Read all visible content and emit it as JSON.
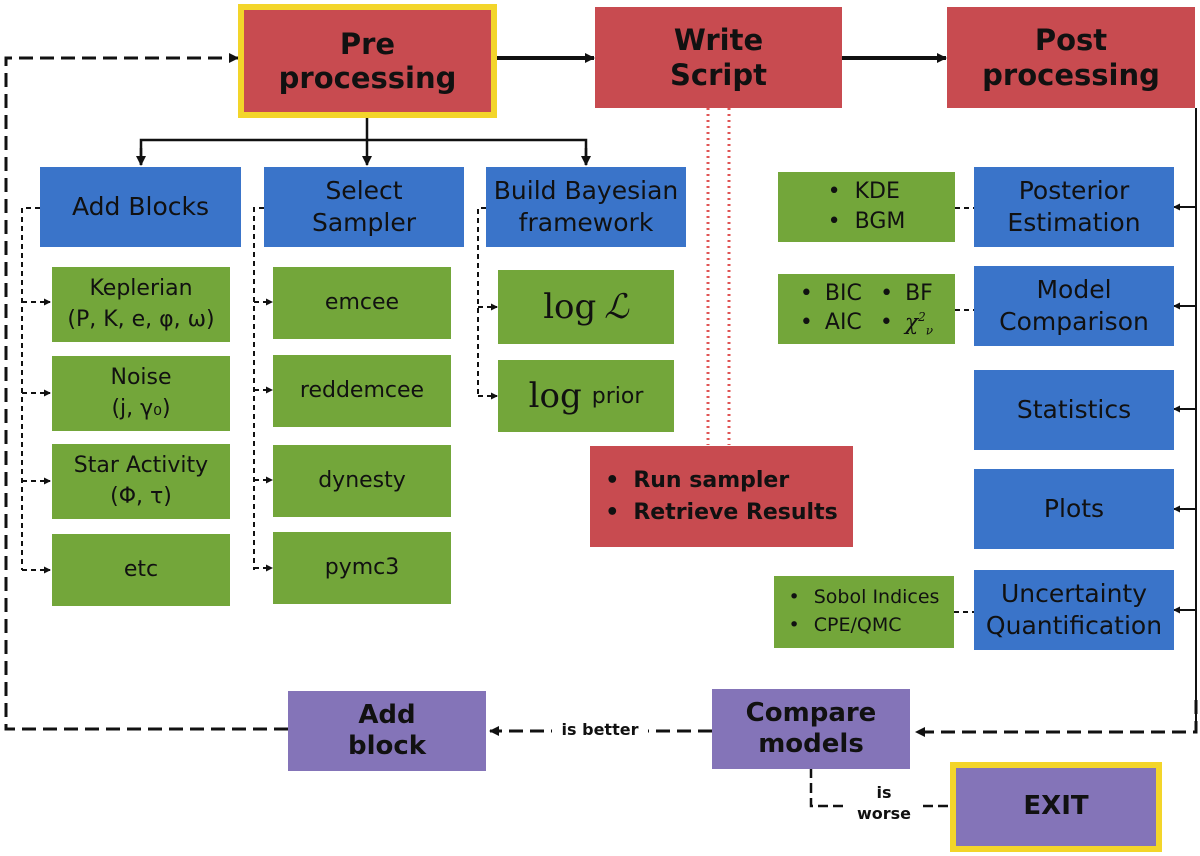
{
  "stages": {
    "pre": [
      "Pre",
      "processing"
    ],
    "write": [
      "Write",
      "Script"
    ],
    "post": [
      "Post",
      "processing"
    ]
  },
  "pre_columns": {
    "add_blocks": {
      "title": "Add Blocks",
      "items": [
        [
          "Keplerian",
          "(P, K, e, φ, ω)"
        ],
        [
          "Noise",
          "(j, γ₀)"
        ],
        [
          "Star Activity",
          "(Φ, τ)"
        ],
        [
          "etc"
        ]
      ]
    },
    "select_sampler": {
      "title": [
        "Select",
        "Sampler"
      ],
      "items": [
        "emcee",
        "reddemcee",
        "dynesty",
        "pymc3"
      ]
    },
    "bayesian": {
      "title": [
        "Build Bayesian",
        "framework"
      ],
      "loglike": {
        "log": "log",
        "symbol": "ℒ"
      },
      "logprior": {
        "log": "log",
        "word": "prior"
      }
    }
  },
  "run": [
    "Run sampler",
    "Retrieve Results"
  ],
  "post_items": {
    "posterior": {
      "title": [
        "Posterior",
        "Estimation"
      ],
      "methods": [
        "KDE",
        "BGM"
      ]
    },
    "comparison": {
      "title": [
        "Model",
        "Comparison"
      ],
      "methods": [
        "BIC",
        "BF",
        "AIC"
      ],
      "chi": {
        "base": "χ",
        "sup": "2",
        "sub": "ν"
      }
    },
    "statistics": "Statistics",
    "plots": "Plots",
    "uncertainty": {
      "title": [
        "Uncertainty",
        "Quantification"
      ],
      "methods": [
        "Sobol Indices",
        "CPE/QMC"
      ]
    }
  },
  "compare": [
    "Compare",
    "models"
  ],
  "add_block": [
    "Add",
    "block"
  ],
  "exit": "EXIT",
  "edge_labels": {
    "better": "is better",
    "worse": [
      "is",
      "worse"
    ]
  },
  "colors": {
    "red": "#c84b50",
    "blue": "#3a74c9",
    "green": "#73a63a",
    "purple": "#8474b8",
    "gold": "#f3d52a",
    "dotted_red": "#e05555"
  }
}
